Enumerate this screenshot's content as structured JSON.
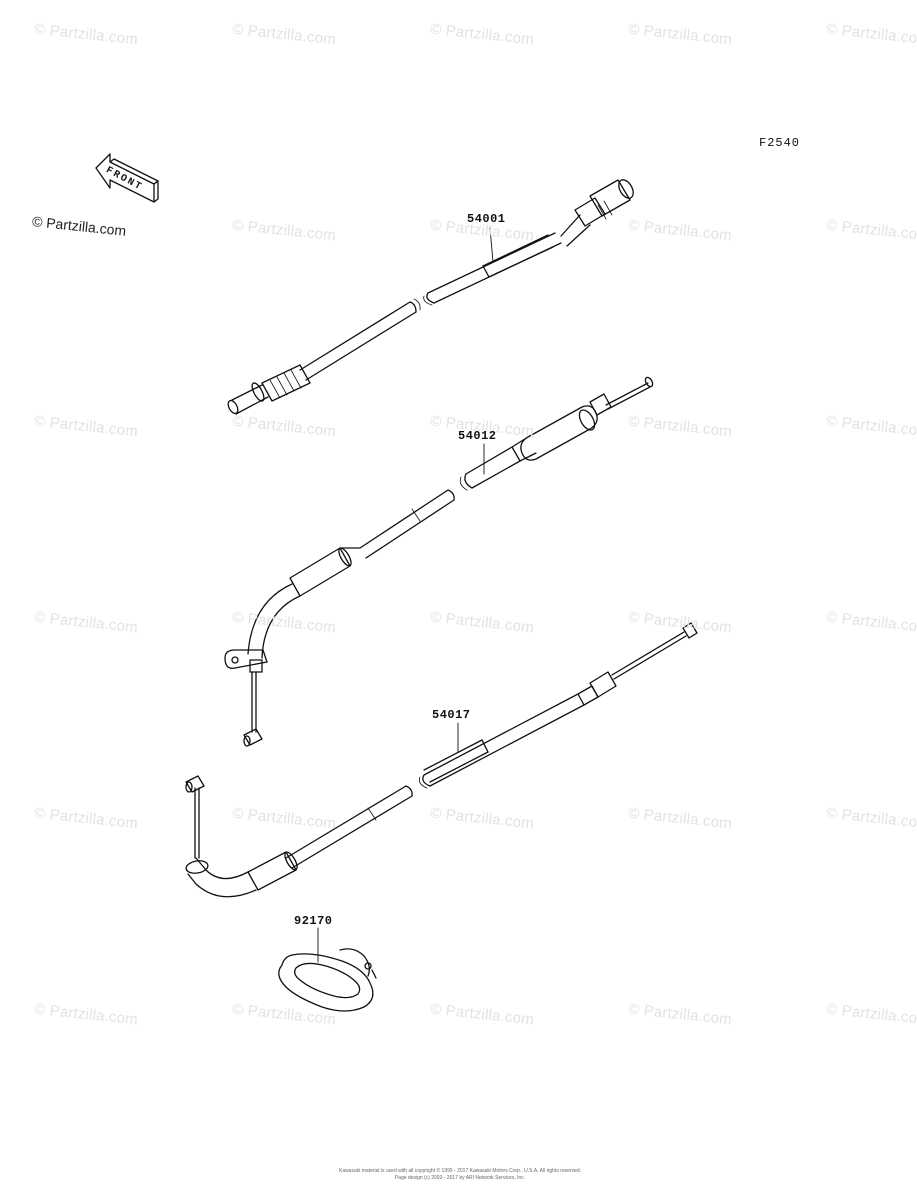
{
  "figure_code": "F2540",
  "front_arrow_label": "FRONT",
  "copyright_mark": "© Partzilla.com",
  "watermark_text": "© Partzilla.com",
  "parts": [
    {
      "number": "54001"
    },
    {
      "number": "54012"
    },
    {
      "number": "54017"
    },
    {
      "number": "92170"
    }
  ],
  "footer": {
    "line1": "Kawasaki material is used with all copyright © 1995 - 2017 Kawasaki Motors Corp., U.S.A. All rights reserved.",
    "line2": "Page design (c) 2003 - 2017 by ARI Network Services, Inc."
  }
}
